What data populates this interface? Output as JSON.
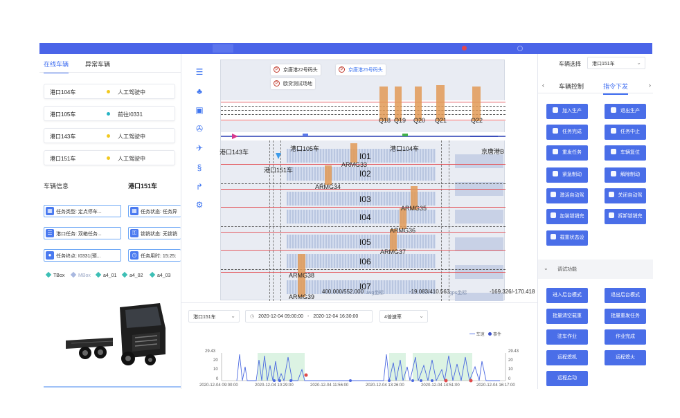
{
  "topbar": {
    "items": [
      "",
      "",
      "",
      "",
      "",
      "",
      ""
    ]
  },
  "left": {
    "tabs": [
      "在线车辆",
      "异常车辆"
    ],
    "vehicles": [
      {
        "name": "港口104车",
        "status": "人工驾驶中",
        "color": "#f2c91f"
      },
      {
        "name": "港口105车",
        "status": "前往I0331",
        "color": "#27b3c4"
      },
      {
        "name": "港口143车",
        "status": "人工驾驶中",
        "color": "#f2c91f"
      },
      {
        "name": "港口151车",
        "status": "人工驾驶中",
        "color": "#f2c91f"
      }
    ],
    "info_title": "车辆信息",
    "info_vehicle": "港口151车",
    "info_fields": [
      {
        "text": "任务类型: 定点停车..."
      },
      {
        "text": "任务状态: 任务异"
      },
      {
        "text": "港口任务: 双箱任务..."
      },
      {
        "text": "锁销状态: 无锁销"
      },
      {
        "text": "任务终点: I0331(预..."
      },
      {
        "text": "任务用时: 15:25:"
      }
    ],
    "legend": [
      {
        "label": "TBox",
        "color": "#3dbfb5"
      },
      {
        "label": "MBox",
        "color": "#a9b8e0"
      },
      {
        "label": "a4_01",
        "color": "#3dbfb5"
      },
      {
        "label": "a4_02",
        "color": "#3dbfb5"
      },
      {
        "label": "a4_03",
        "color": "#3dbfb5"
      }
    ]
  },
  "map": {
    "pins": [
      "京唐港22号码头",
      "京唐港25号码头",
      "欧贷测试场地"
    ],
    "cranes": [
      "Q18",
      "Q19",
      "Q20",
      "Q21",
      "Q22"
    ],
    "vehicle_labels": [
      "港口143车",
      "港口105车",
      "港口104车",
      "港口151车",
      "京唐港B"
    ],
    "blocks": [
      "I01",
      "I02",
      "I03",
      "I04",
      "I05",
      "I06",
      "I07"
    ],
    "armg": [
      "ARMG33",
      "ARMG34",
      "ARMG35",
      "ARMG36",
      "ARMG37",
      "ARMG38",
      "ARMG39"
    ],
    "coords": {
      "a": "400.000/552.000",
      "a_label": "avg坐标",
      "b": "-19.083/410.563",
      "b_label": "gps坐标",
      "c": "-169.326/-170.418"
    }
  },
  "right": {
    "select_label": "车辆选择",
    "select_value": "港口151车",
    "tabs": [
      "车辆控制",
      "指令下发"
    ],
    "commands": [
      "加入生产",
      "退出生产",
      "任务完成",
      "任务中止",
      "重发任务",
      "车辆复位",
      "紧急制动",
      "解除制动",
      "激活自动驾",
      "关闭自动驾",
      "加装锁销完",
      "拆卸锁销完",
      "载重状态设"
    ],
    "debug_title": "调试功能",
    "debug": [
      "进入后台模式",
      "退出后台模式",
      "批量清空载重",
      "批量重发任务",
      "驻车作业",
      "作业完成",
      "远程熄机",
      "远程熄火",
      "远程启动"
    ]
  },
  "bottom": {
    "vehicle": "港口151车",
    "range_start": "2020-12-04 09:00:00",
    "range_sep": "-",
    "range_end": "2020-12-04 16:30:00",
    "speed": "4倍速率",
    "legend_speed": "车速",
    "legend_event": "事件",
    "y_ticks": [
      "29.43",
      "20",
      "10",
      "0"
    ],
    "x_ticks": [
      "2020-12-04 09:00:00",
      "2020-12-04 10:29:00",
      "2020-12-04 11:56:00",
      "2020-12-04 13:26:00",
      "2020-12-04 14:51:00",
      "2020-12-04 16:17:00"
    ]
  }
}
